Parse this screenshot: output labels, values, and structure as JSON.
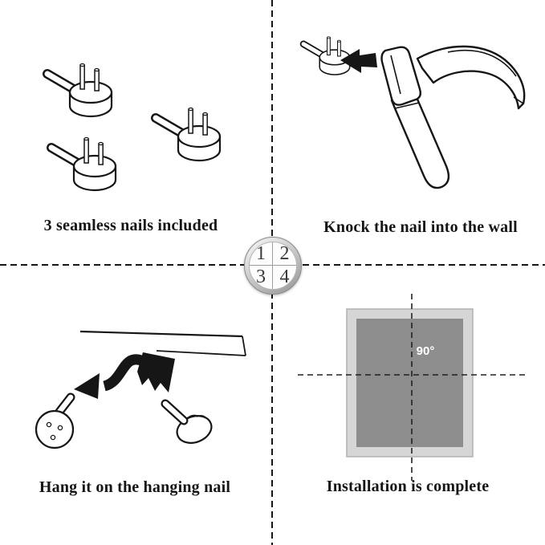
{
  "badge": {
    "numbers": [
      "1",
      "2",
      "3",
      "4"
    ]
  },
  "captions": {
    "step1": "3 seamless nails included",
    "step2": "Knock the nail into the wall",
    "step3": "Hang it on the hanging nail",
    "step4": "Installation is complete"
  },
  "frame": {
    "angle_label": "90°"
  },
  "illustrations": {
    "step1": "three-nail-hooks",
    "step2": "hammer-knocking-nail",
    "step3": "hand-hanging-hook-on-nail",
    "step4": "framed-picture-level-on-wall"
  },
  "colors": {
    "ink": "#161616",
    "background": "#ffffff",
    "frame_outer": "#d6d6d6",
    "frame_inner": "#8d8d8d",
    "badge_ring": "#c9c9c9"
  }
}
